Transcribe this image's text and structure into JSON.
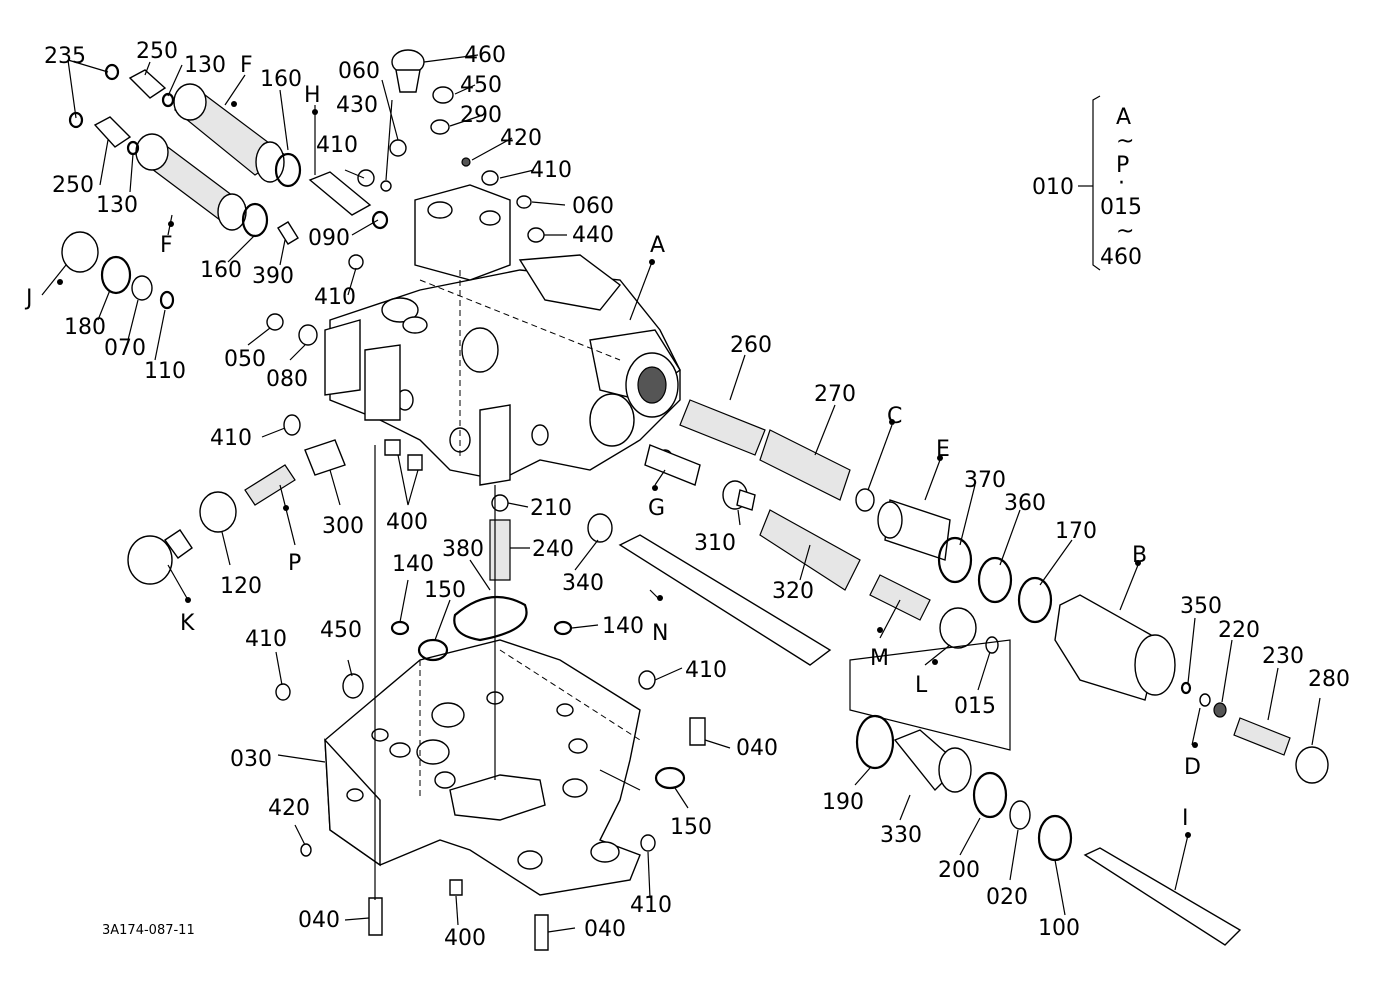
{
  "drawing_ref": "3A174-087-11",
  "legend": {
    "number": "010",
    "top": "A",
    "tilde1": "~",
    "mid": "P",
    "sep": "·",
    "from": "015",
    "tilde2": "~",
    "to": "460"
  },
  "labels": {
    "l235": "235",
    "l250a": "250",
    "l130a": "130",
    "lFa": "F",
    "l160a": "160",
    "lH": "H",
    "l060a": "060",
    "l430": "430",
    "l460": "460",
    "l450a": "450",
    "l290": "290",
    "l420a": "420",
    "l410a": "410",
    "l410b": "410",
    "l060b": "060",
    "l440": "440",
    "l090": "090",
    "l250b": "250",
    "l130b": "130",
    "lFb": "F",
    "l160b": "160",
    "l390": "390",
    "lJ": "J",
    "l180": "180",
    "l070": "070",
    "l110": "110",
    "l410c": "410",
    "l050": "050",
    "l080": "080",
    "lA": "A",
    "l260": "260",
    "l270": "270",
    "lC": "C",
    "lE": "E",
    "l370": "370",
    "l360": "360",
    "l170": "170",
    "lB": "B",
    "l410d": "410",
    "l400a": "400",
    "lP": "P",
    "l300": "300",
    "l120": "120",
    "lK": "K",
    "l210": "210",
    "lG": "G",
    "l310": "310",
    "l240": "240",
    "l380": "380",
    "l340": "340",
    "l320": "320",
    "lN": "N",
    "l140a": "140",
    "l150a": "150",
    "l140b": "140",
    "l410e": "410",
    "l450b": "450",
    "l410f": "410",
    "lM": "M",
    "lL": "L",
    "l015": "015",
    "l350": "350",
    "l220": "220",
    "l230": "230",
    "l280": "280",
    "lD": "D",
    "l030": "030",
    "l040a": "040",
    "l150b": "150",
    "l420b": "420",
    "l190": "190",
    "l330": "330",
    "l200": "200",
    "l020": "020",
    "l100": "100",
    "lI": "I",
    "l410g": "410",
    "l040b": "040",
    "l400b": "400",
    "l040c": "040"
  }
}
